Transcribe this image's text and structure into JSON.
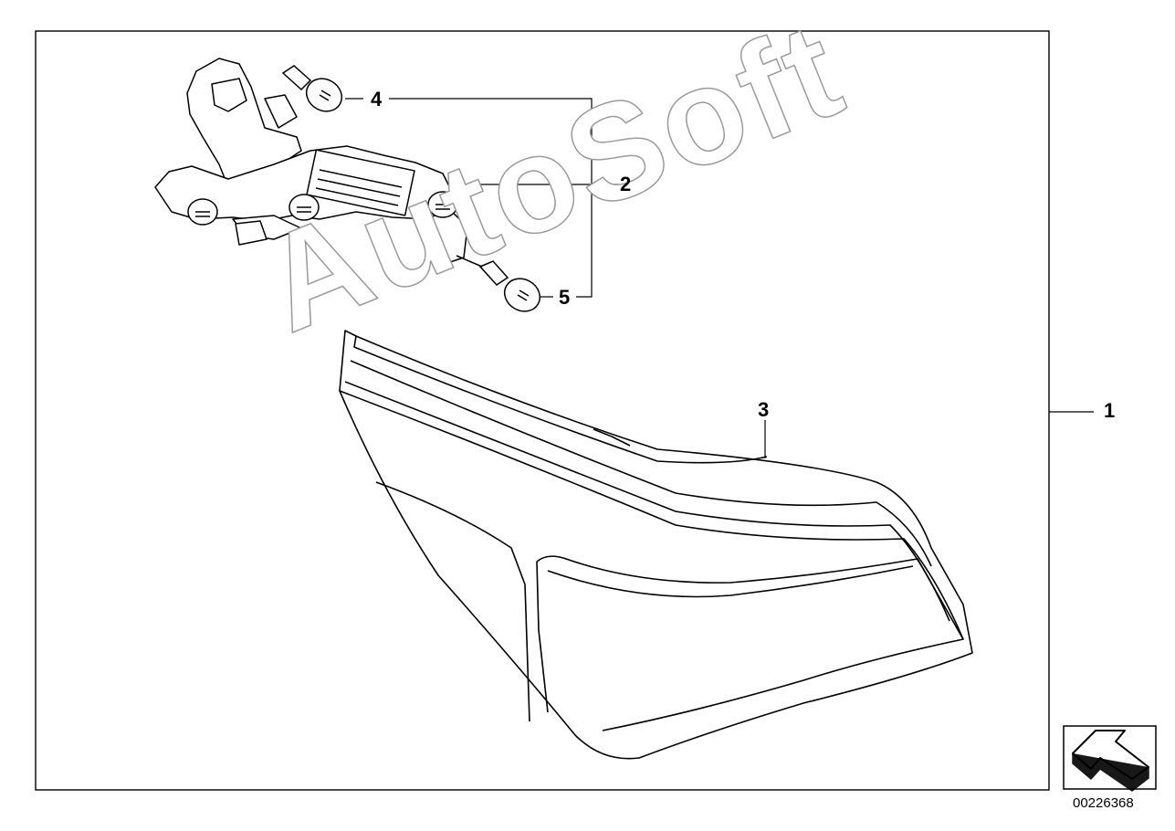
{
  "callouts": {
    "part_1": "1",
    "part_2": "2",
    "part_3": "3",
    "part_4": "4",
    "part_5": "5"
  },
  "watermark": "AutoSoft",
  "document_number": "00226368",
  "icons": {
    "nav_arrow": "back-arrow-icon"
  },
  "colors": {
    "line": "#000000",
    "watermark_stroke": "#9a9a9a",
    "background": "#ffffff"
  }
}
